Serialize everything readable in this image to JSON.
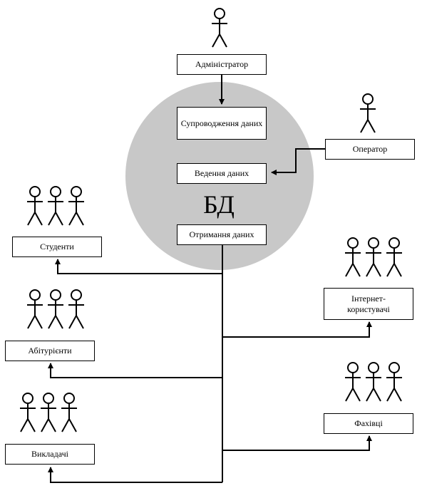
{
  "diagram": {
    "db_label": "БД",
    "admin": "Адміністратор",
    "maintenance": "Супроводження даних",
    "operator": "Оператор",
    "management": "Ведення даних",
    "retrieval": "Отримання даних",
    "students": "Студенти",
    "applicants": "Абітурієнти",
    "teachers": "Викладачі",
    "internet_users": "Інтернет-користувачі",
    "experts": "Фахівці"
  },
  "colors": {
    "db_circle": "#c8c8c8",
    "line": "#000000"
  },
  "icons": {
    "actor": "stick-figure-icon"
  }
}
